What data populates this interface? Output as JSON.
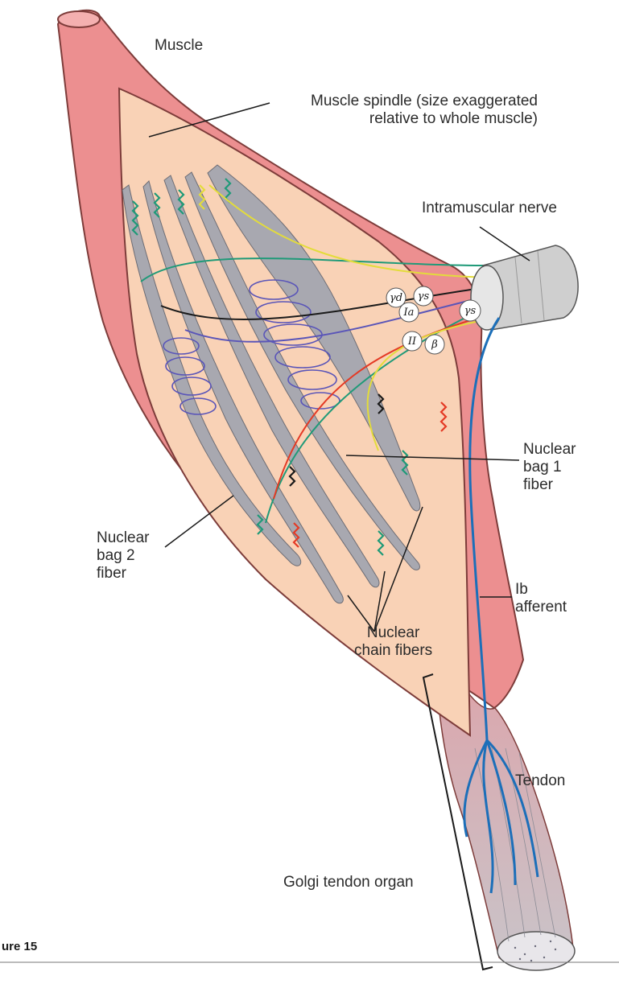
{
  "labels": {
    "muscle": "Muscle",
    "muscle_spindle": "Muscle spindle (size exaggerated\nrelative to whole muscle)",
    "intramuscular_nerve": "Intramuscular nerve",
    "nuclear_bag_1": "Nuclear\nbag 1\nfiber",
    "nuclear_bag_2": "Nuclear\nbag 2\nfiber",
    "nuclear_chain": "Nuclear\nchain fibers",
    "ib_afferent": "Ib\nafferent",
    "tendon": "Tendon",
    "golgi_tendon_organ": "Golgi tendon organ",
    "figure_caption": "ure 15"
  },
  "nerve_symbols": {
    "gamma_d": "γd",
    "gamma_s_top": "γs",
    "ia": "Ia",
    "gamma_s_side": "γs",
    "ii": "II",
    "beta": "β"
  },
  "colors": {
    "muscle": "#ec8f90",
    "muscle_edge": "#7d3c3a",
    "spindle_capsule": "#f9d2b6",
    "intrafusal_fiber": "#a8a8b0",
    "bag_coil": "#5a55b8",
    "ia_afferent": "#1f9a78",
    "ii_afferent": "#e3dc3b",
    "gamma_dynamic": "#1a1a1a",
    "gamma_static": "#e43a25",
    "ib_afferent": "#1c6fb9",
    "tendon": "#c9c4c9"
  }
}
